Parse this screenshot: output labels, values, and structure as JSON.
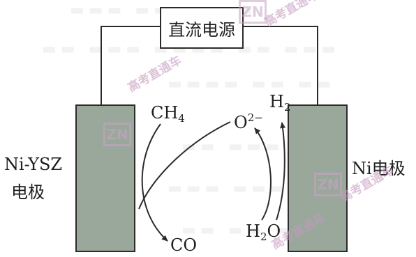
{
  "diagram": {
    "power_supply": "直流电源",
    "left_electrode_label_line1": "Ni-YSZ",
    "left_electrode_label_line2": "电极",
    "right_electrode_label": "Ni电极",
    "species": {
      "ch4": "CH",
      "ch4_sub": "4",
      "co": "CO",
      "o2": "O",
      "o2_sup": "2−",
      "h2": "H",
      "h2_sub": "2",
      "h2o": "H",
      "h2o_sub": "2",
      "h2o_tail": "O"
    }
  },
  "watermark": {
    "logo": "ZN",
    "text": "高考直通车"
  },
  "colors": {
    "electrode_fill": "#9aa89c",
    "line": "#2b2b2b",
    "watermark": "#c9a4c4"
  }
}
